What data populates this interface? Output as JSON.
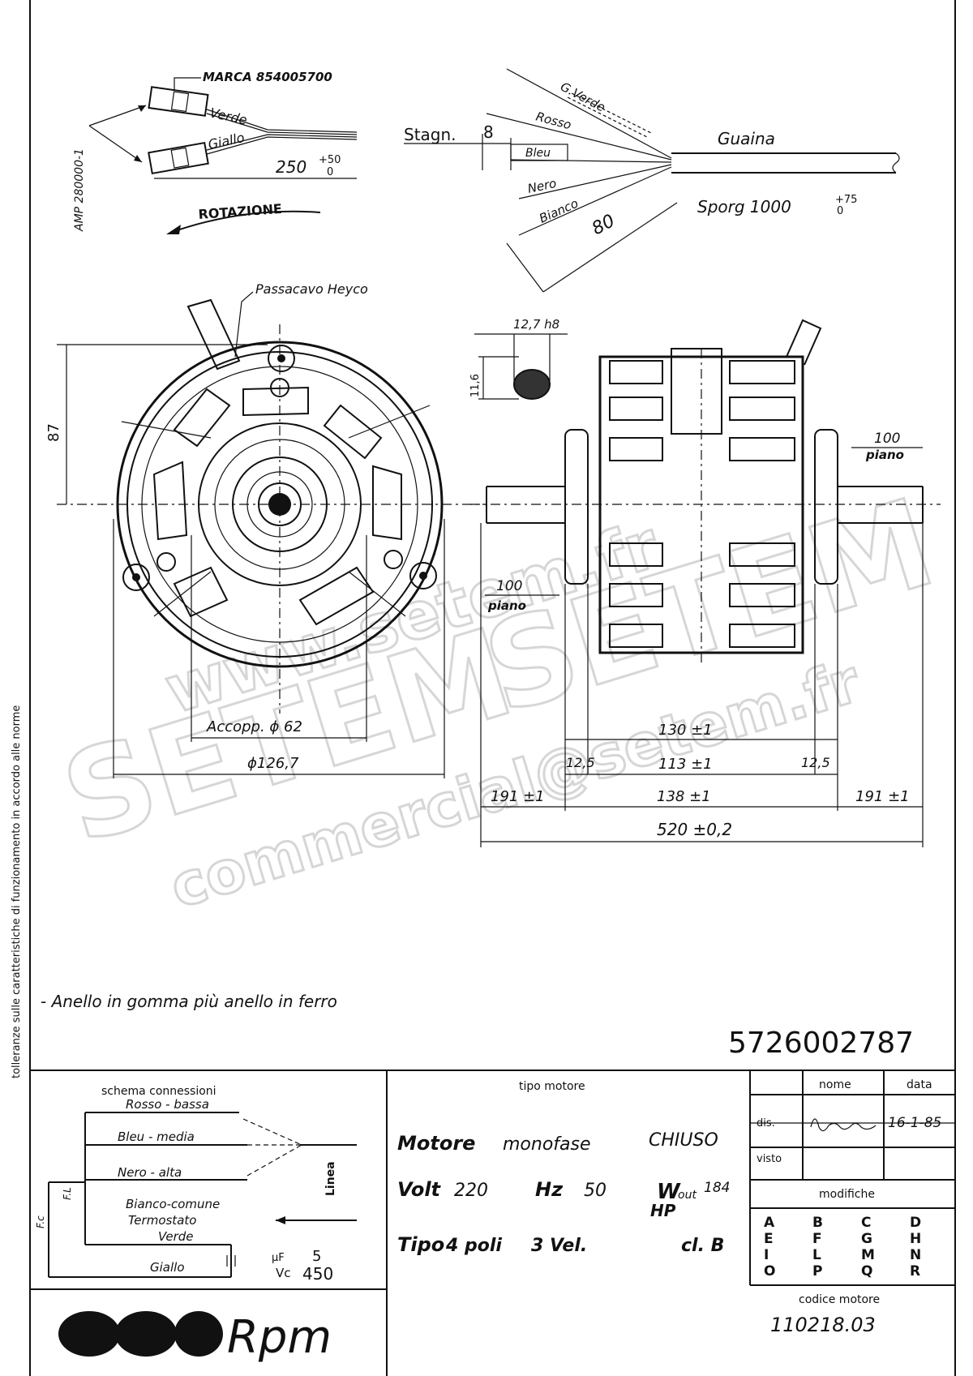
{
  "side_note": "tolleranze sulle caratteristiche di funzionamento in accordo alle norme",
  "connector": {
    "marca": "MARCA 854005700",
    "amp": "AMP 280000-1",
    "wire1": "Verde",
    "wire2": "Giallo",
    "length": "250",
    "length_tol_top": "+50",
    "length_tol_bot": "0",
    "rotation": "ROTAZIONE"
  },
  "cable": {
    "stagn_label": "Stagn.",
    "stagn_value": "8",
    "wires": [
      "G.Verde",
      "Rosso",
      "Bleu",
      "Nero",
      "Bianco"
    ],
    "sheath": "Guaina",
    "strip": "80",
    "sporg_label": "Sporg 1000",
    "sporg_tol_top": "+75",
    "sporg_tol_bot": "0"
  },
  "front_view": {
    "passacavo": "Passacavo Heyco",
    "height": "87",
    "accopp": "Accopp. ϕ 62",
    "diameter": "ϕ126,7"
  },
  "side_view": {
    "shaft": "12,7 h8",
    "flat": "11,6",
    "piano_value": "100",
    "piano_label": "piano",
    "dim_130": "130 ±1",
    "dim_125": "12,5",
    "dim_113": "113 ±1",
    "dim_191": "191 ±1",
    "dim_138": "138 ±1",
    "dim_520": "520 ±0,2"
  },
  "note": "- Anello in gomma più anello in ferro",
  "part_number": "5726002787",
  "schema": {
    "title": "schema   connessioni",
    "rows": [
      "Rosso - bassa",
      "Bleu - media",
      "Nero - alta",
      "Bianco-comune",
      "Termostato",
      "Verde",
      "Giallo"
    ],
    "linea": "Linea",
    "fc": "F.c",
    "fl": "F.L",
    "cap_unit": "μF",
    "cap_value": "5",
    "cap_vc": "Vc",
    "cap_voltage": "450"
  },
  "motor": {
    "tipo_header": "tipo  motore",
    "motore_label": "Motore",
    "motore_value": "monofase",
    "motore_type": "CHIUSO",
    "volt_label": "Volt",
    "volt_value": "220",
    "hz_label": "Hz",
    "hz_value": "50",
    "w_label": "W",
    "w_sub": "out",
    "w_value": "184",
    "hp_label": "HP",
    "tipo_label": "Tipo",
    "poli": "4 poli",
    "vel": "3 Vel.",
    "cl": "cl. B"
  },
  "title_block": {
    "nome": "nome",
    "data": "data",
    "dis": "dis.",
    "visto": "visto",
    "date_value": "16-1-85",
    "modifiche": "modifiche",
    "mod_letters": [
      "A",
      "B",
      "C",
      "D",
      "E",
      "F",
      "G",
      "H",
      "I",
      "L",
      "M",
      "N",
      "O",
      "P",
      "Q",
      "R"
    ],
    "codice_label": "codice  motore",
    "codice_value": "110218.03"
  },
  "brand": "Rpm",
  "watermark": {
    "big": "SETEM",
    "url": "www.setem.fr",
    "email": "commercial@setem.fr"
  }
}
